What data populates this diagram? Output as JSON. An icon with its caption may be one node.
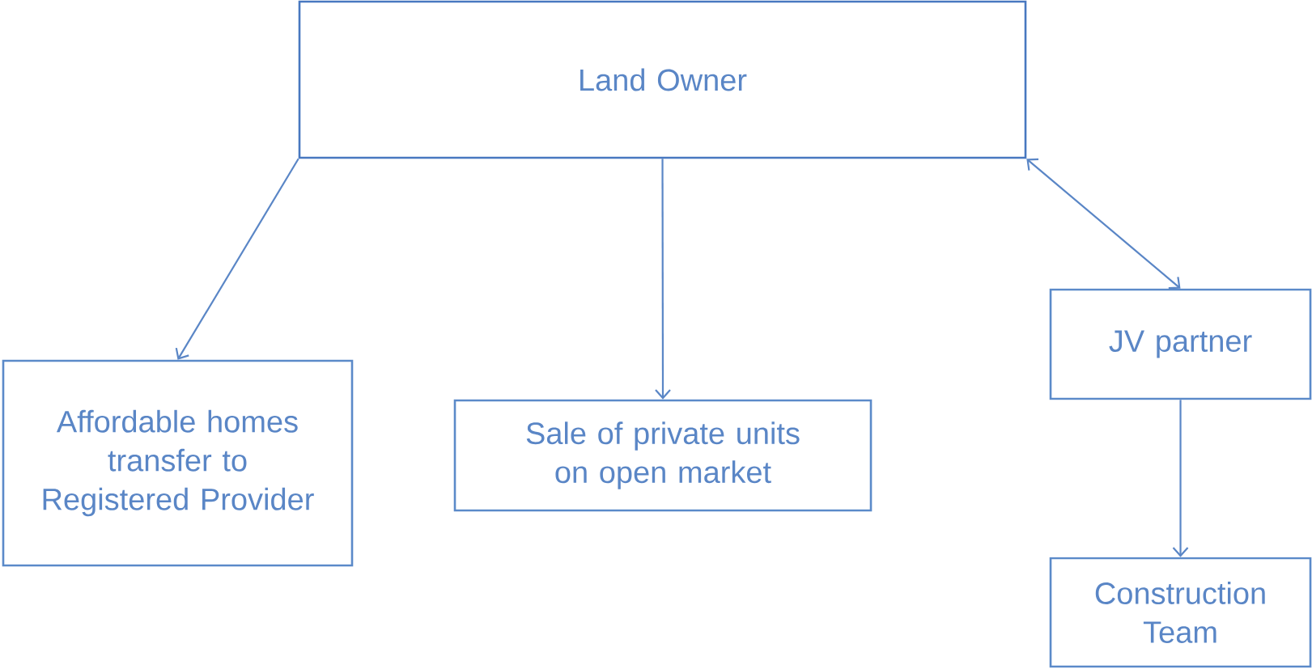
{
  "diagram": {
    "nodes": [
      {
        "text": [
          "Land Owner"
        ]
      },
      {
        "text": [
          "Affordable homes transfer to Registered Provider"
        ]
      },
      {
        "text": [
          "Sale of private units on open market"
        ]
      },
      {
        "text": [
          "JV partner"
        ]
      },
      {
        "text": [
          "Construction Team"
        ]
      }
    ],
    "edges": [
      {
        "from": 0,
        "to": 1,
        "arrow": "to"
      },
      {
        "from": 0,
        "to": 2,
        "arrow": "to"
      },
      {
        "from": 0,
        "to": 3,
        "arrow": "both"
      },
      {
        "from": 3,
        "to": 4,
        "arrow": "to"
      }
    ]
  }
}
